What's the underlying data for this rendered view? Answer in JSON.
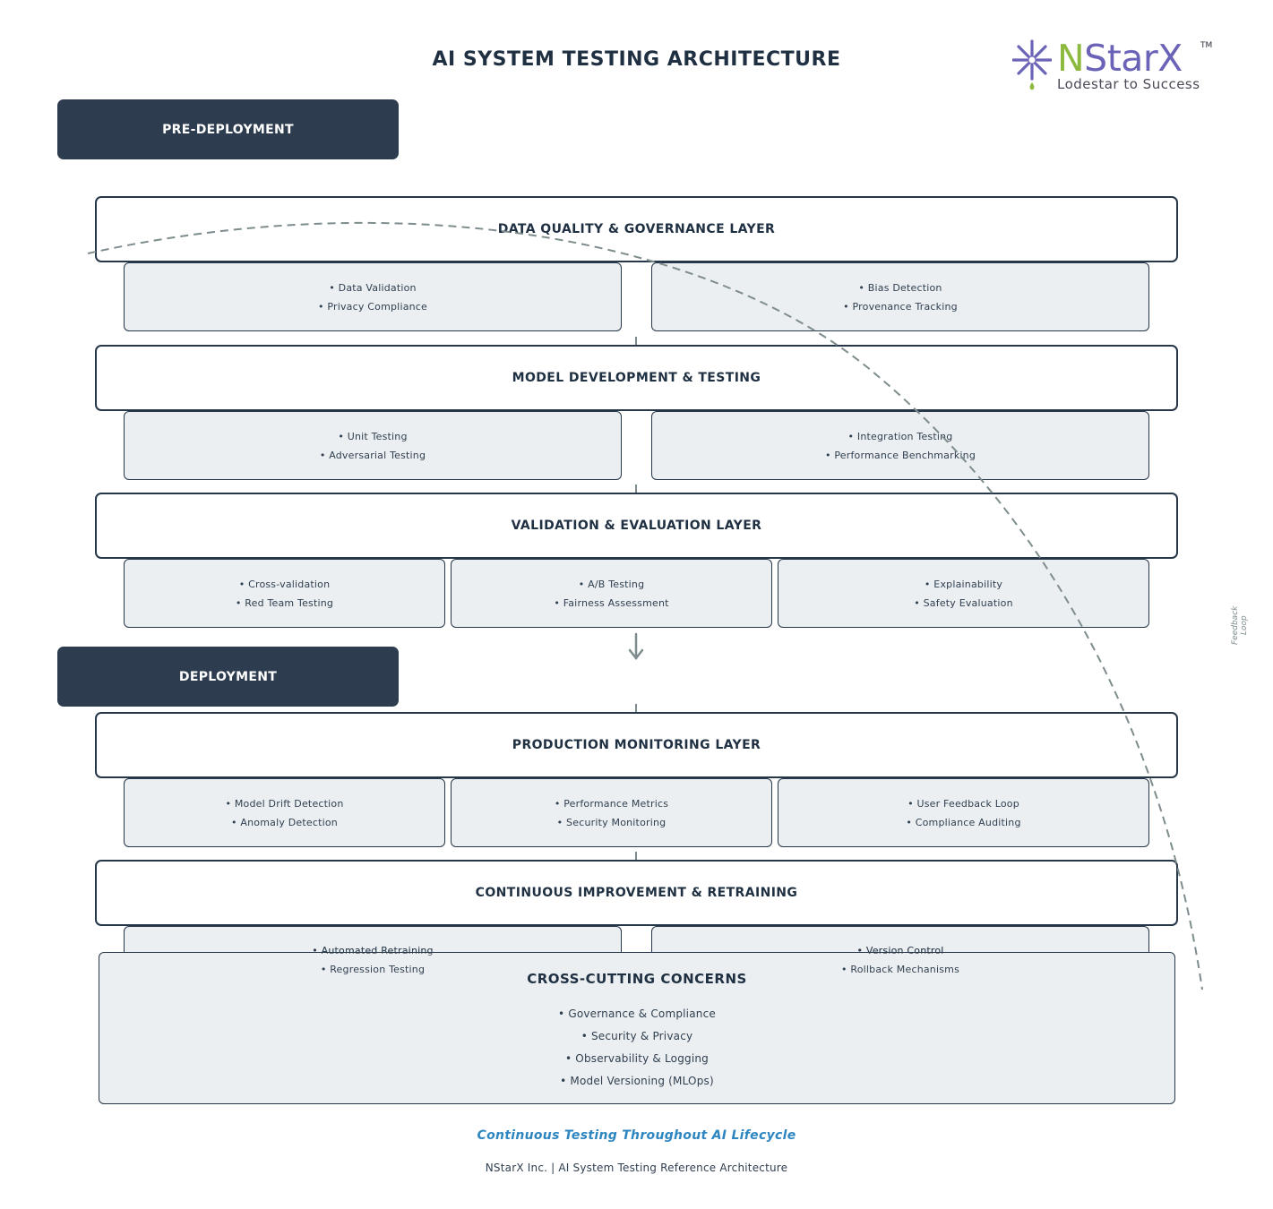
{
  "title": "AI SYSTEM TESTING ARCHITECTURE",
  "logo": {
    "brand_n": "N",
    "brand_rest": "StarX",
    "trademark": "TM",
    "tagline": "Lodestar to Success"
  },
  "phases": {
    "pre_deployment": "PRE-DEPLOYMENT",
    "deployment": "DEPLOYMENT"
  },
  "layers": [
    {
      "title": "DATA QUALITY & GOVERNANCE LAYER",
      "cards": [
        [
          "• Data Validation",
          "• Privacy Compliance"
        ],
        [
          "• Bias Detection",
          "• Provenance Tracking"
        ]
      ]
    },
    {
      "title": "MODEL DEVELOPMENT & TESTING",
      "cards": [
        [
          "• Unit Testing",
          "• Adversarial Testing"
        ],
        [
          "• Integration Testing",
          "• Performance Benchmarking"
        ]
      ]
    },
    {
      "title": "VALIDATION & EVALUATION LAYER",
      "cards": [
        [
          "• Cross-validation",
          "• Red Team Testing"
        ],
        [
          "• A/B Testing",
          "• Fairness Assessment"
        ],
        [
          "• Explainability",
          "• Safety Evaluation"
        ]
      ]
    },
    {
      "title": "PRODUCTION MONITORING LAYER",
      "cards": [
        [
          "• Model Drift Detection",
          "• Anomaly Detection"
        ],
        [
          "• Performance Metrics",
          "• Security Monitoring"
        ],
        [
          "• User Feedback Loop",
          "• Compliance Auditing"
        ]
      ]
    },
    {
      "title": "CONTINUOUS IMPROVEMENT & RETRAINING",
      "cards": [
        [
          "• Automated Retraining",
          "• Regression Testing"
        ],
        [
          "• Version Control",
          "• Rollback Mechanisms"
        ]
      ]
    }
  ],
  "cross_cutting": {
    "title": "CROSS-CUTTING CONCERNS",
    "items": [
      "• Governance & Compliance",
      "• Security & Privacy",
      "• Observability & Logging",
      "• Model Versioning (MLOps)"
    ]
  },
  "feedback_label": "Feedback Loop",
  "footer": {
    "tagline": "Continuous Testing Throughout AI Lifecycle",
    "note": "NStarX Inc. | AI System Testing Reference Architecture"
  },
  "colors": {
    "dark_navy": "#2d3c4f",
    "card_fill": "#eceff1",
    "accent_blue": "#2e86c1",
    "connector_gray": "#7e8c8d",
    "logo_green": "#8dba3e",
    "logo_purple": "#6a63b7"
  }
}
